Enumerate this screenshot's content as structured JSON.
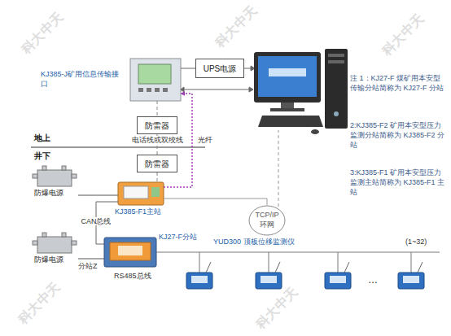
{
  "diagram": {
    "nodes": [
      {
        "text": [
          "KJ385-J矿用信息传输接口"
        ]
      },
      {
        "text": [
          "UPS电源"
        ]
      },
      {
        "text": [
          "防雷器"
        ]
      },
      {
        "text": [
          "防雷器"
        ]
      },
      {
        "text": [
          "TCP/IP",
          "环网"
        ]
      },
      {
        "text": [
          "防爆电源"
        ]
      },
      {
        "text": [
          "KJ385-F1主站"
        ]
      },
      {
        "text": [
          "防爆电源"
        ]
      },
      {
        "text": [
          "KJ27-F分站"
        ]
      }
    ],
    "edges": [
      {
        "from": 0,
        "to": 2,
        "arrow": "none"
      },
      {
        "from": 2,
        "to": 3,
        "label": "电话线或双绞线",
        "arrow": "none"
      },
      {
        "from": 3,
        "to": 6,
        "arrow": "none"
      },
      {
        "from": 6,
        "to": 0,
        "label": "光纤",
        "arrow": "to"
      },
      {
        "from": 0,
        "to": 1,
        "arrow": "none"
      },
      {
        "from": 5,
        "to": 6,
        "arrow": "none"
      },
      {
        "from": 6,
        "to": 8,
        "label": "CAN总线",
        "arrow": "none"
      },
      {
        "from": 7,
        "to": 8,
        "arrow": "none"
      },
      {
        "from": 6,
        "to": 4,
        "arrow": "none"
      }
    ],
    "labels": [
      "地上",
      "井下",
      "分站Z",
      "RS485总线",
      "YUD300 顶板位移监测仪",
      "(1~32)",
      "…",
      "注 1：KJ27-F 煤矿用本安型传输分站简称为 KJ27-F 分站",
      "2:KJ385-F2 矿用本安型压力监测分站简称为 KJ385-F2 分站",
      "3:KJ385-F1 矿用本安型压力监测主站简称为 KJ385-F1 主站",
      "科大中天",
      "科大中天",
      "科大中天",
      "科大中天",
      "科大中天"
    ]
  }
}
